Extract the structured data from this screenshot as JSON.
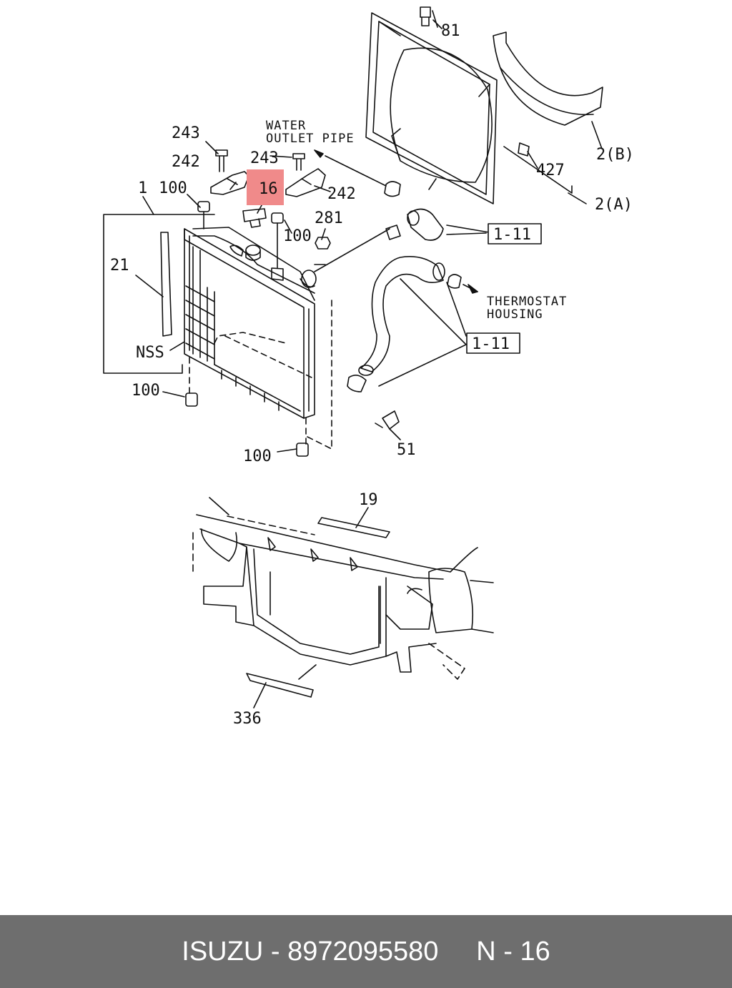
{
  "diagram": {
    "callouts": {
      "c81": "81",
      "c2b": "2(B)",
      "c2a": "2(A)",
      "c427": "427",
      "c243a": "243",
      "c243b": "243",
      "c242a": "242",
      "c242b": "242",
      "c16": "16",
      "c1": "1",
      "c100a": "100",
      "c100b": "100",
      "c100c": "100",
      "c100d": "100",
      "c281": "281",
      "c21": "21",
      "cNSS": "NSS",
      "c51": "51",
      "c111a": "1-11",
      "c111b": "1-11",
      "c19": "19",
      "c336": "336"
    },
    "notes": {
      "water_line1": "WATER",
      "water_line2": "OUTLET PIPE",
      "thermo_line1": "THERMOSTAT",
      "thermo_line2": "HOUSING"
    },
    "highlight_color": "#f08a8a"
  },
  "footer": {
    "brand": "ISUZU",
    "separator1": " - ",
    "part_number": "8972095580",
    "gap": "     ",
    "ref_letter": "N",
    "separator2": " - ",
    "ref_number": "16"
  }
}
